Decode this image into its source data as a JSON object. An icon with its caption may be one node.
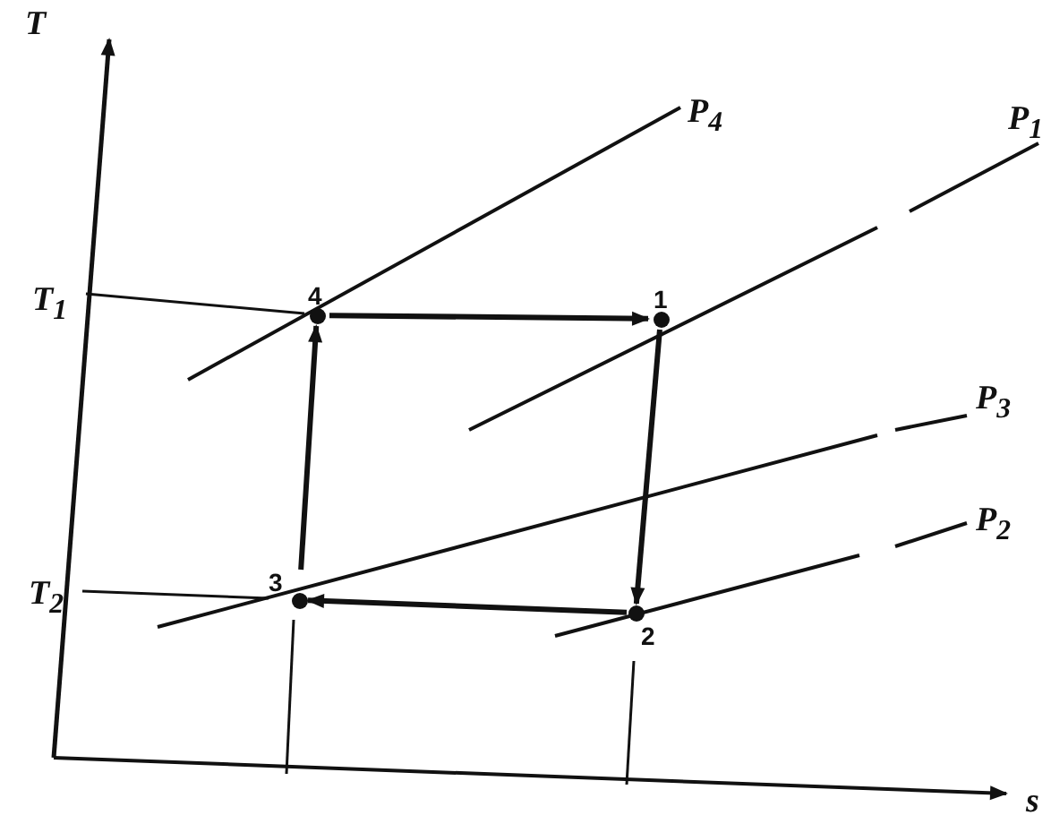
{
  "diagram": {
    "nodes": [
      {
        "text": [
          "1"
        ]
      },
      {
        "text": [
          "2"
        ]
      },
      {
        "text": [
          "3"
        ]
      },
      {
        "text": [
          "4"
        ]
      }
    ],
    "edges": [
      {
        "from": 3,
        "to": 0,
        "arrow": "to"
      },
      {
        "from": 0,
        "to": 1,
        "arrow": "to"
      },
      {
        "from": 1,
        "to": 2,
        "arrow": "to"
      },
      {
        "from": 2,
        "to": 3,
        "arrow": "to"
      }
    ],
    "labels": [
      "T",
      "P$_{4}$",
      "P$_{1}$",
      "T$_{1}$",
      "P$_{3}$",
      "P$_{2}$",
      "T$_{2}$",
      "s"
    ]
  }
}
